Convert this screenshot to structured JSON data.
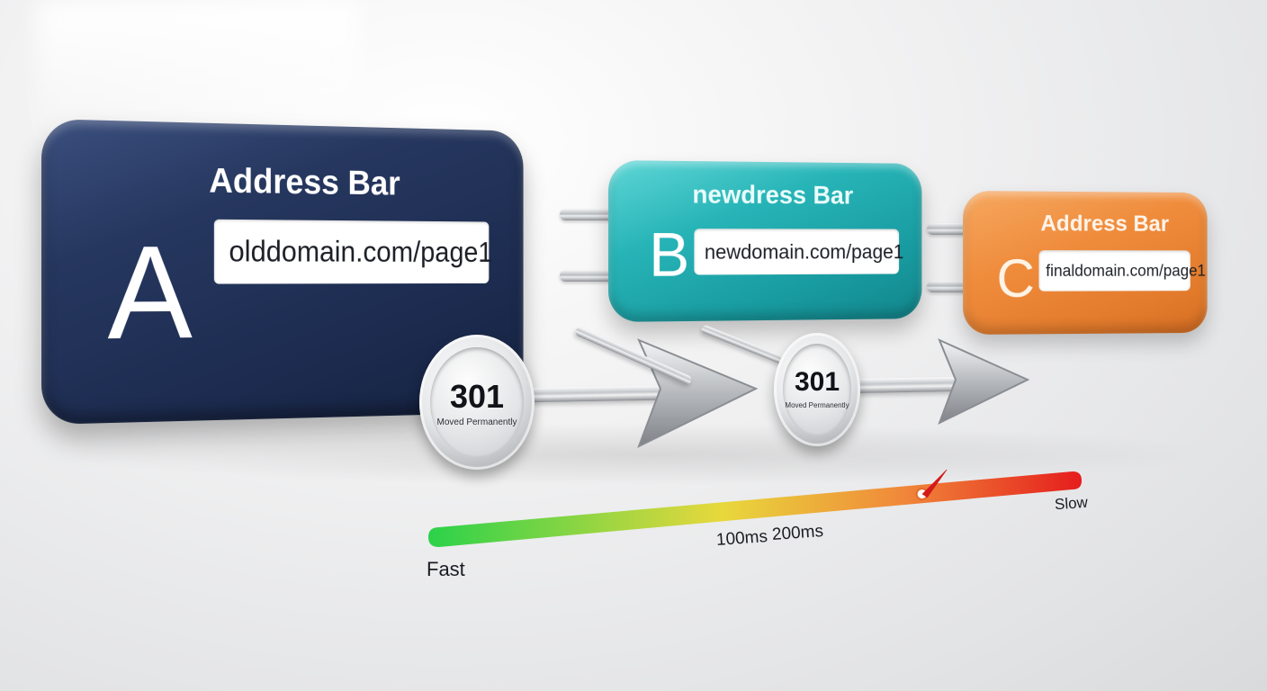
{
  "cards": [
    {
      "letter": "A",
      "title": "Address Bar",
      "url": "olddomain.com/page1",
      "color": "#1f2e55"
    },
    {
      "letter": "B",
      "title": "newdress Bar",
      "url": "newdomain.com/page1",
      "color": "#1fa9ad"
    },
    {
      "letter": "C",
      "title": "Address Bar",
      "url": "finaldomain.com/page1",
      "color": "#ec8535"
    }
  ],
  "redirects": [
    {
      "code": "301",
      "text": "Moved Permanently"
    },
    {
      "code": "301",
      "text": "Moved Permanently"
    }
  ],
  "latency_scale": {
    "fast_label": "Fast",
    "slow_label": "Slow",
    "tick_100": "100ms",
    "tick_200": "200ms",
    "marker_level": 0.76,
    "colors": {
      "fast": "#2bd24a",
      "mid": "#e8d83c",
      "slow": "#e51d1d"
    }
  }
}
